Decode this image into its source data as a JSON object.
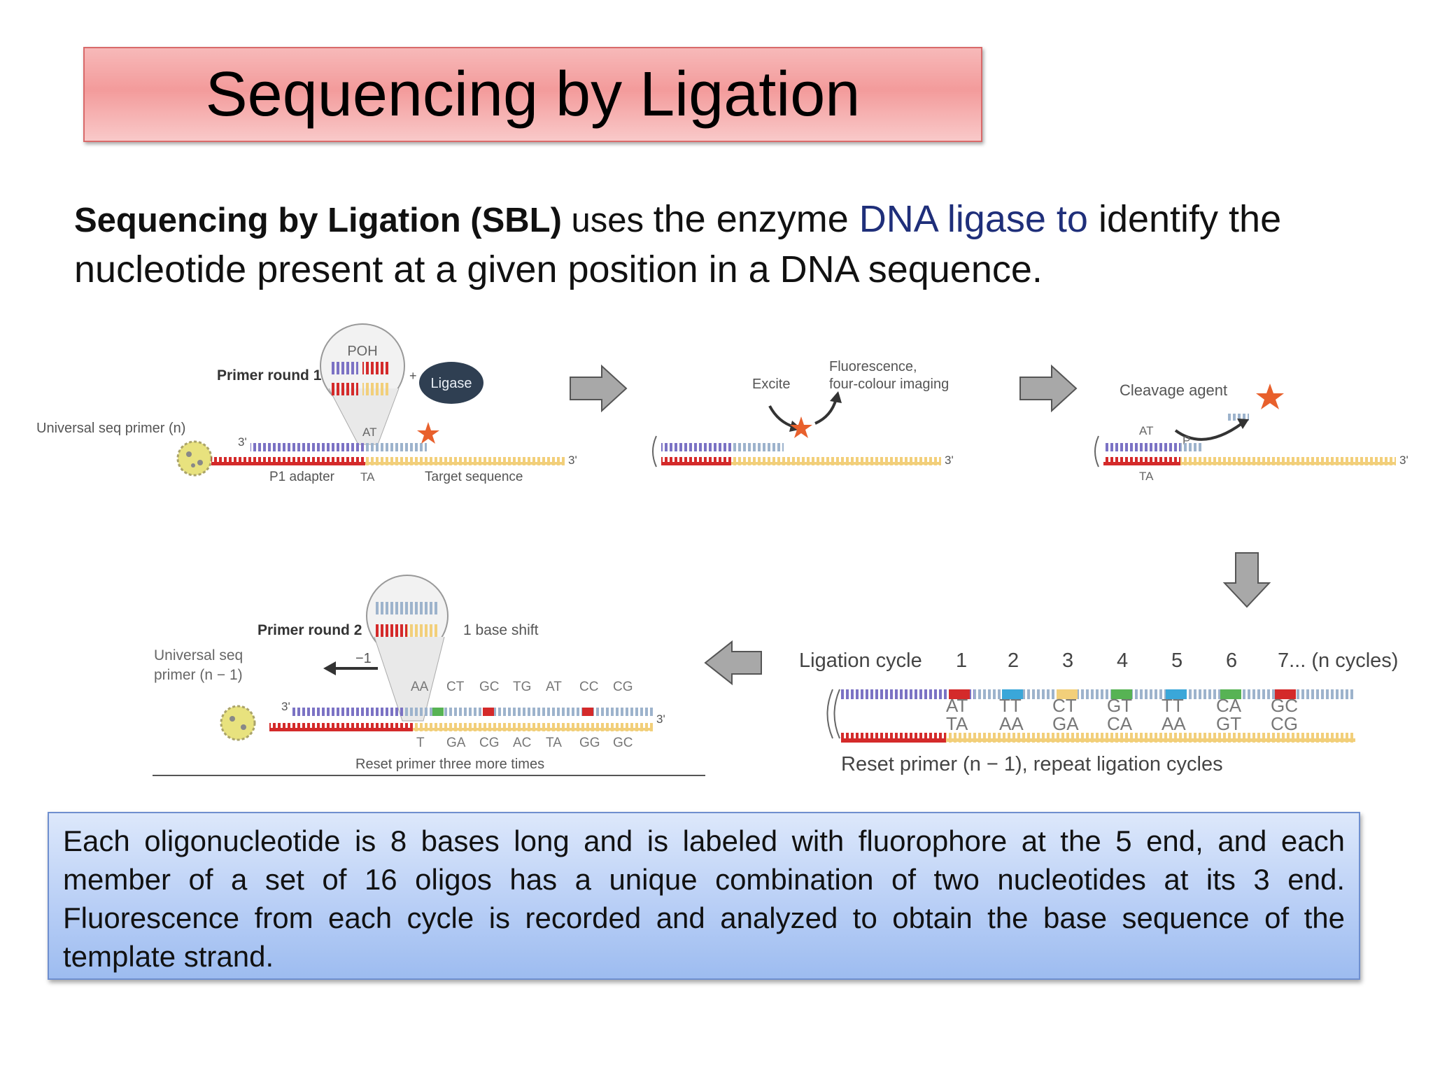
{
  "title": "Sequencing by Ligation",
  "intro": {
    "bold": "Sequencing by Ligation (SBL)",
    "part1": " uses ",
    "part2": "the enzyme ",
    "highlight": "DNA ligase to",
    "part3": " identify the nucleotide present at a given position in a DNA sequence."
  },
  "diagram": {
    "panel1": {
      "poh": "POH",
      "primer_round": "Primer round 1",
      "ligase": "Ligase",
      "universal_primer": "Universal seq primer (n)",
      "three_prime_left": "3'",
      "three_prime_right": "3'",
      "at": "AT",
      "ta": "TA",
      "p1_adapter": "P1 adapter",
      "target_sequence": "Target sequence"
    },
    "panel2": {
      "excite": "Excite",
      "fluor_line1": "Fluorescence,",
      "fluor_line2": "four-colour imaging",
      "three_prime": "3'"
    },
    "panel3": {
      "cleavage": "Cleavage agent",
      "at": "AT",
      "p": "P",
      "ta": "TA",
      "three_prime": "3'"
    },
    "panel4": {
      "ligation_cycle": "Ligation cycle",
      "cycles": [
        "1",
        "2",
        "3",
        "4",
        "5",
        "6"
      ],
      "cycle_last": "7... (n cycles)",
      "top_pairs": [
        "AT",
        "TT",
        "CT",
        "GT",
        "TT",
        "CA",
        "GC"
      ],
      "bottom_pairs": [
        "TA",
        "AA",
        "GA",
        "CA",
        "AA",
        "GT",
        "CG"
      ],
      "reset": "Reset primer (n − 1), repeat ligation cycles"
    },
    "panel5": {
      "primer_round": "Primer round 2",
      "base_shift": "1 base shift",
      "universal_line1": "Universal seq",
      "universal_line2": "primer (n − 1)",
      "minus_one": "−1",
      "three_prime_left": "3'",
      "three_prime_right": "3'",
      "top_pairs": [
        "AA",
        "CT",
        "GC",
        "TG",
        "AT",
        "CC",
        "CG"
      ],
      "bottom_pairs": [
        "T",
        "GA",
        "CG",
        "AC",
        "TA",
        "GG",
        "GC"
      ],
      "reset": "Reset primer three more times"
    },
    "colors": {
      "red": "#d42a2a",
      "purple": "#7b72c4",
      "yellow": "#f2cf7a",
      "blue": "#3aa7d9",
      "green": "#57b354",
      "arrow": "#a8a8a8",
      "star": "#e8602c"
    }
  },
  "body_text": "Each oligonucleotide is 8 bases long and is labeled with fluorophore at the 5 end, and each member of a set of 16 oligos has a unique combination of two nucleotides at its 3 end. Fluorescence from each cycle is recorded and analyzed to obtain the base sequence of the template strand."
}
